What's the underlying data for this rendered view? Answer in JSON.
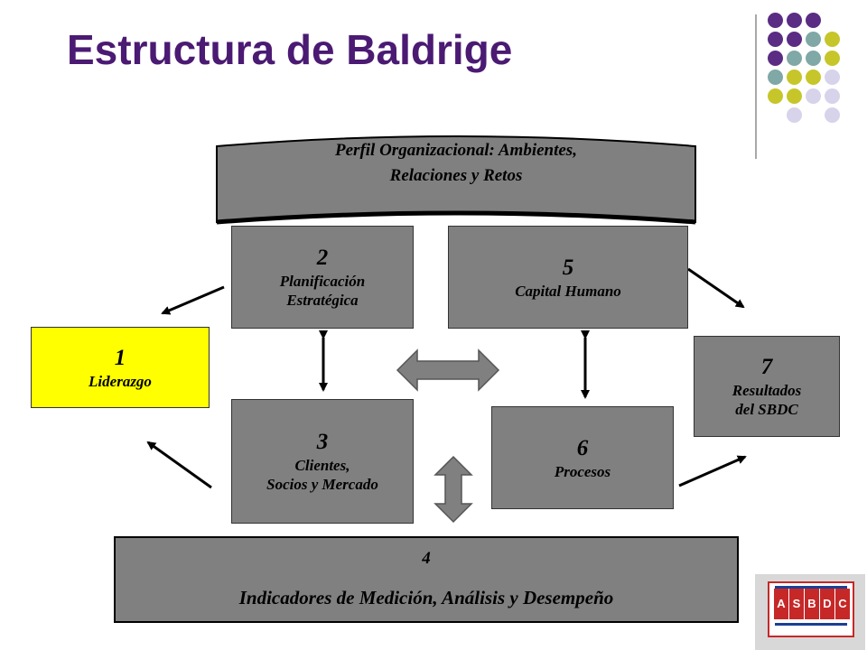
{
  "title": "Estructura de Baldrige",
  "banner": {
    "line1": "Perfil Organizacional: Ambientes,",
    "line2": "Relaciones y Retos"
  },
  "boxes": {
    "b1": {
      "num": "1",
      "label": "Liderazgo",
      "color": "#ffff00"
    },
    "b2": {
      "num": "2",
      "label1": "Planificación",
      "label2": "Estratégica"
    },
    "b3": {
      "num": "3",
      "label1": "Clientes,",
      "label2": "Socios y Mercado"
    },
    "b4": {
      "num": "4",
      "label": "Indicadores de Medición, Análisis y Desempeño"
    },
    "b5": {
      "num": "5",
      "label": "Capital Humano"
    },
    "b6": {
      "num": "6",
      "label": "Procesos"
    },
    "b7": {
      "num": "7",
      "label1": "Resultados",
      "label2": "del SBDC"
    }
  },
  "logo": {
    "letters": [
      "A",
      "S",
      "B",
      "D",
      "C"
    ]
  },
  "colors": {
    "title": "#4b1a73",
    "box_fill": "#808080",
    "dot_purple": "#5b2c83",
    "dot_teal": "#7fa8a6",
    "dot_olive": "#c6c62a",
    "dot_lavender": "#d6d3ea"
  }
}
